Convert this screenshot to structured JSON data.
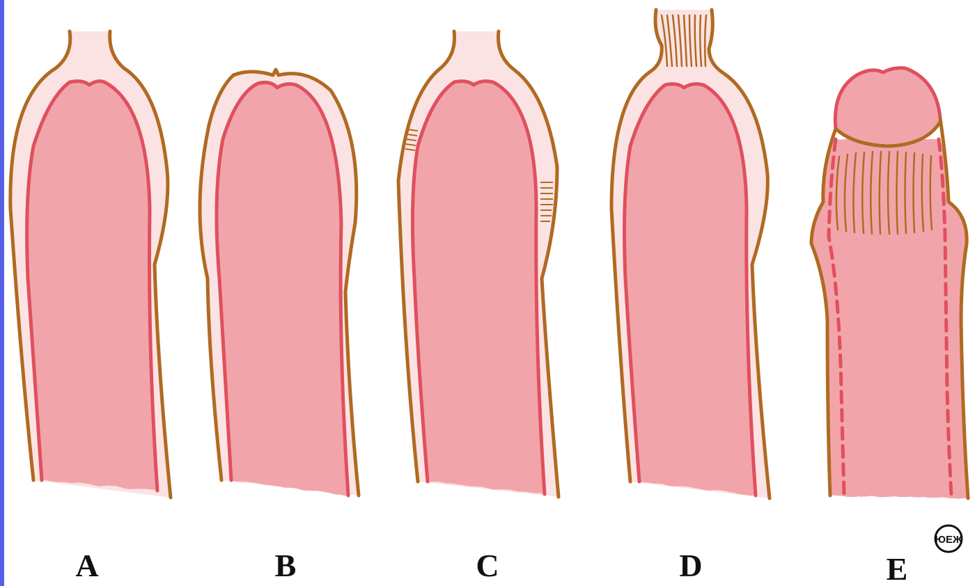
{
  "panels": [
    {
      "label": "A",
      "variant": "normal"
    },
    {
      "label": "B",
      "variant": "covered"
    },
    {
      "label": "C",
      "variant": "partial-separation"
    },
    {
      "label": "D",
      "variant": "phimosis"
    },
    {
      "label": "E",
      "variant": "paraphimosis"
    }
  ],
  "logo": {
    "text": "ЮЕЖ"
  },
  "colors": {
    "tissue": "#f1a5ab",
    "inner_line": "#e0505e",
    "outer_line": "#b06a22",
    "gap": "#fbe3e3",
    "background": "#ffffff",
    "side_strip": "#5560e6"
  }
}
